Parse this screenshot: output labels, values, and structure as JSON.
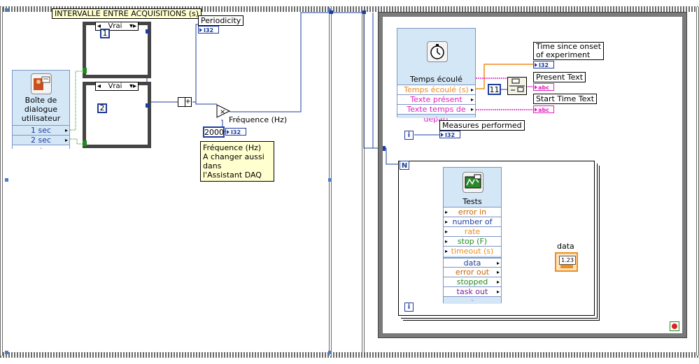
{
  "frame1": {
    "labels": {
      "intervalle": "INTERVALLE ENTRE ACQUISITIONS (s)",
      "periodicity": "Periodicity",
      "frequence": "Fréquence (Hz)"
    },
    "dialog_node": {
      "title_lines": [
        "Boîte de",
        "dialogue",
        "utilisateur"
      ],
      "outputs": [
        "1 sec",
        "2 sec"
      ]
    },
    "case_top": {
      "selector": "Vrai",
      "constant": "1"
    },
    "case_bottom": {
      "selector": "Vrai",
      "constant": "2"
    },
    "const_2000": "2000",
    "comment_lines": [
      "Fréquence (Hz)",
      "A changer aussi dans",
      "l'Assistant DAQ"
    ],
    "ops": {
      "add": "+",
      "multiply": "×"
    },
    "type_i32": "I32"
  },
  "frame2": {
    "elapsed_node": {
      "title": "Temps écoulé",
      "outputs": [
        "Temps écoulé (s)",
        "Texte présent",
        "Texte temps de départ"
      ]
    },
    "labels": {
      "time_since_onset_line1": "Time since onset",
      "time_since_onset_line2": "of experiment",
      "present_text": "Present Text",
      "start_time_text": "Start Time Text",
      "measures_performed": "Measures performed",
      "data": "data"
    },
    "const_11": "11",
    "type_abc": "abc",
    "type_dbl": "1.23",
    "for_loop": {
      "n_terminal": "N",
      "i_terminal": "i"
    },
    "while_loop": {
      "i_terminal": "i"
    },
    "tests_node": {
      "title": "Tests",
      "inputs": [
        "error in",
        "number of samp",
        "rate",
        "stop (F)",
        "timeout (s)"
      ],
      "outputs": [
        "data",
        "error out",
        "stopped",
        "task out"
      ]
    }
  },
  "colors": {
    "int_wire": "#1e3c9c",
    "string_wire": "#e020c0",
    "dbl_wire": "#f08c1c",
    "bool_wire": "#1e8c1e",
    "express_bg": "#d4e7f7"
  }
}
